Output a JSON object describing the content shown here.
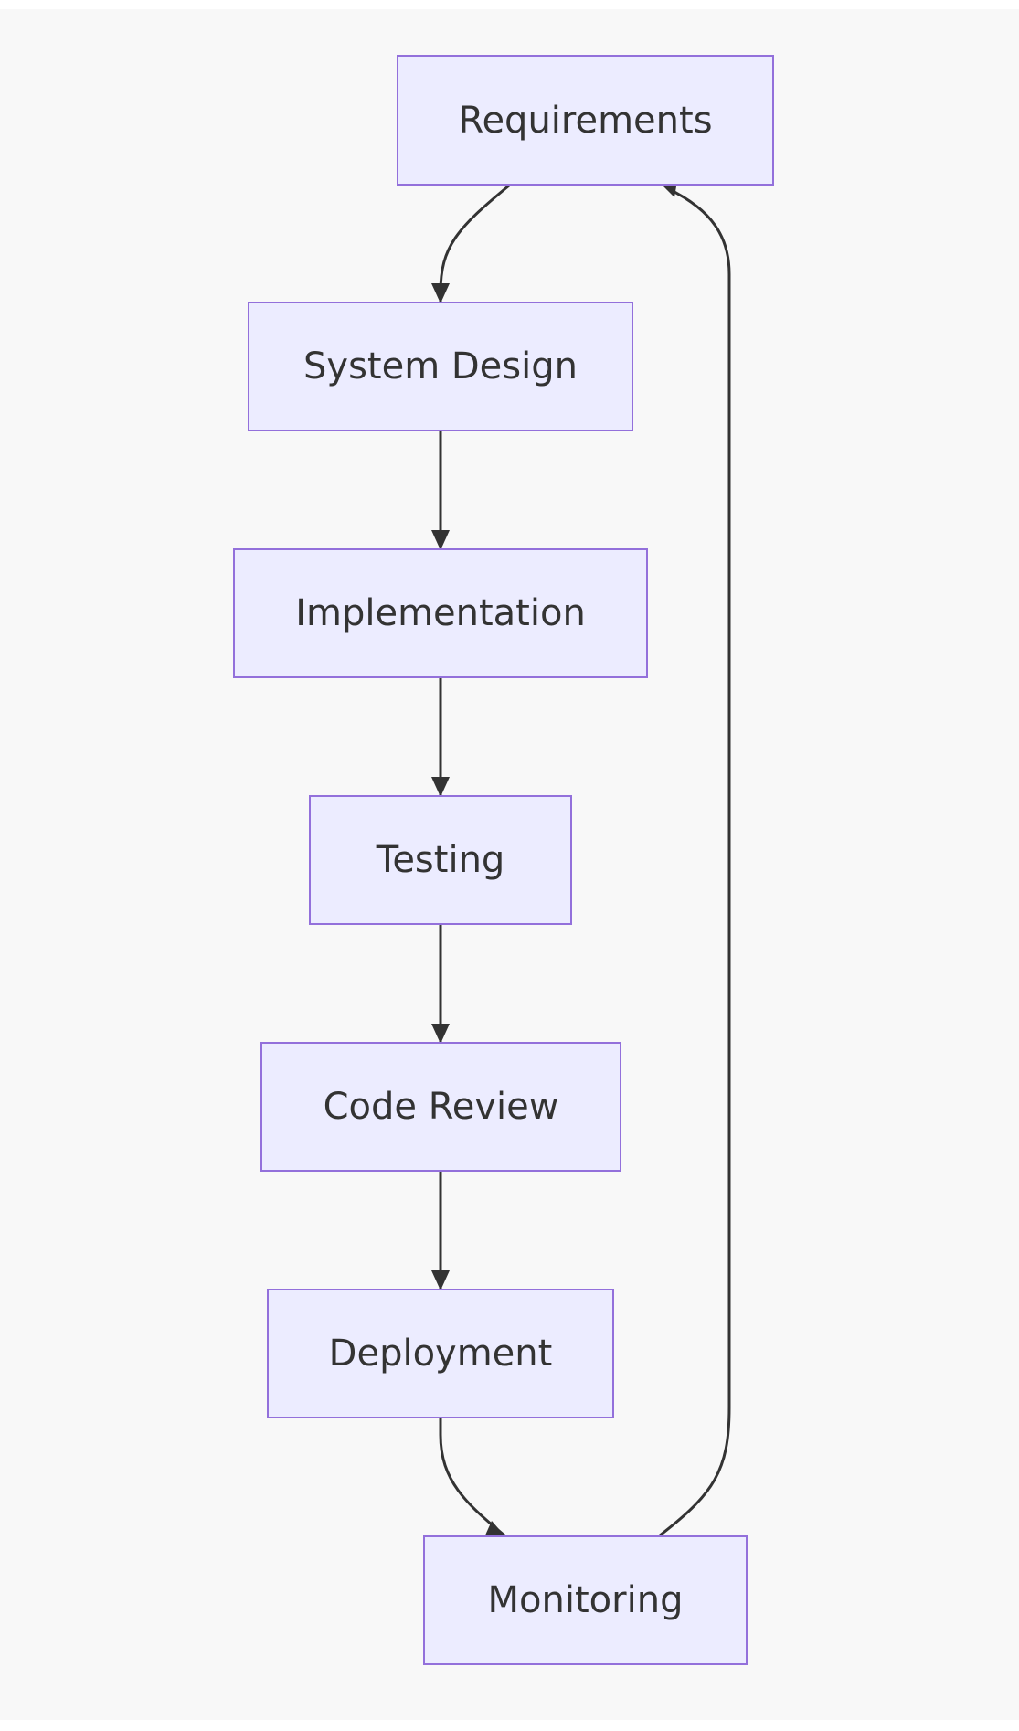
{
  "diagram": {
    "type": "flowchart",
    "colors": {
      "node_fill": "#ececff",
      "node_border": "#9370db",
      "edge": "#333333",
      "background": "#f8f8f8",
      "text": "#333333"
    },
    "nodes": {
      "requirements": "Requirements",
      "system_design": "System Design",
      "implementation": "Implementation",
      "testing": "Testing",
      "code_review": "Code Review",
      "deployment": "Deployment",
      "monitoring": "Monitoring"
    },
    "edges": [
      {
        "from": "Requirements",
        "to": "System Design"
      },
      {
        "from": "System Design",
        "to": "Implementation"
      },
      {
        "from": "Implementation",
        "to": "Testing"
      },
      {
        "from": "Testing",
        "to": "Code Review"
      },
      {
        "from": "Code Review",
        "to": "Deployment"
      },
      {
        "from": "Deployment",
        "to": "Monitoring"
      },
      {
        "from": "Monitoring",
        "to": "Requirements"
      }
    ]
  }
}
